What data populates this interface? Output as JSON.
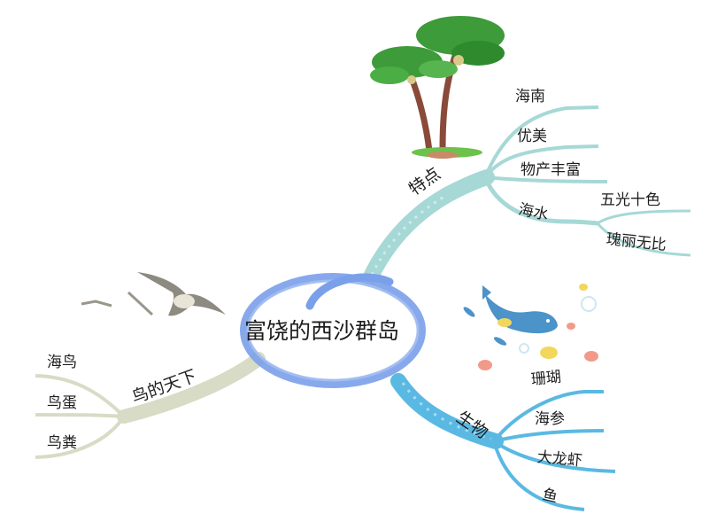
{
  "mindmap": {
    "center": {
      "label": "富饶的西沙群岛",
      "ring_color": "#6f95e6"
    },
    "branches": [
      {
        "label": "特点",
        "color": "#9fd6d6",
        "children": [
          {
            "label": "海南"
          },
          {
            "label": "优美"
          },
          {
            "label": "物产丰富"
          },
          {
            "label": "海水",
            "children": [
              {
                "label": "五光十色"
              },
              {
                "label": "瑰丽无比"
              }
            ]
          }
        ]
      },
      {
        "label": "生物",
        "color": "#5bb8e0",
        "children": [
          {
            "label": "珊瑚"
          },
          {
            "label": "海参"
          },
          {
            "label": "大龙虾"
          },
          {
            "label": "鱼"
          }
        ]
      },
      {
        "label": "鸟的天下",
        "color": "#d9dcc6",
        "children": [
          {
            "label": "海鸟"
          },
          {
            "label": "鸟蛋"
          },
          {
            "label": "鸟粪"
          }
        ]
      }
    ],
    "illustrations": [
      "palm-trees",
      "whale-and-fish",
      "seagulls"
    ]
  }
}
